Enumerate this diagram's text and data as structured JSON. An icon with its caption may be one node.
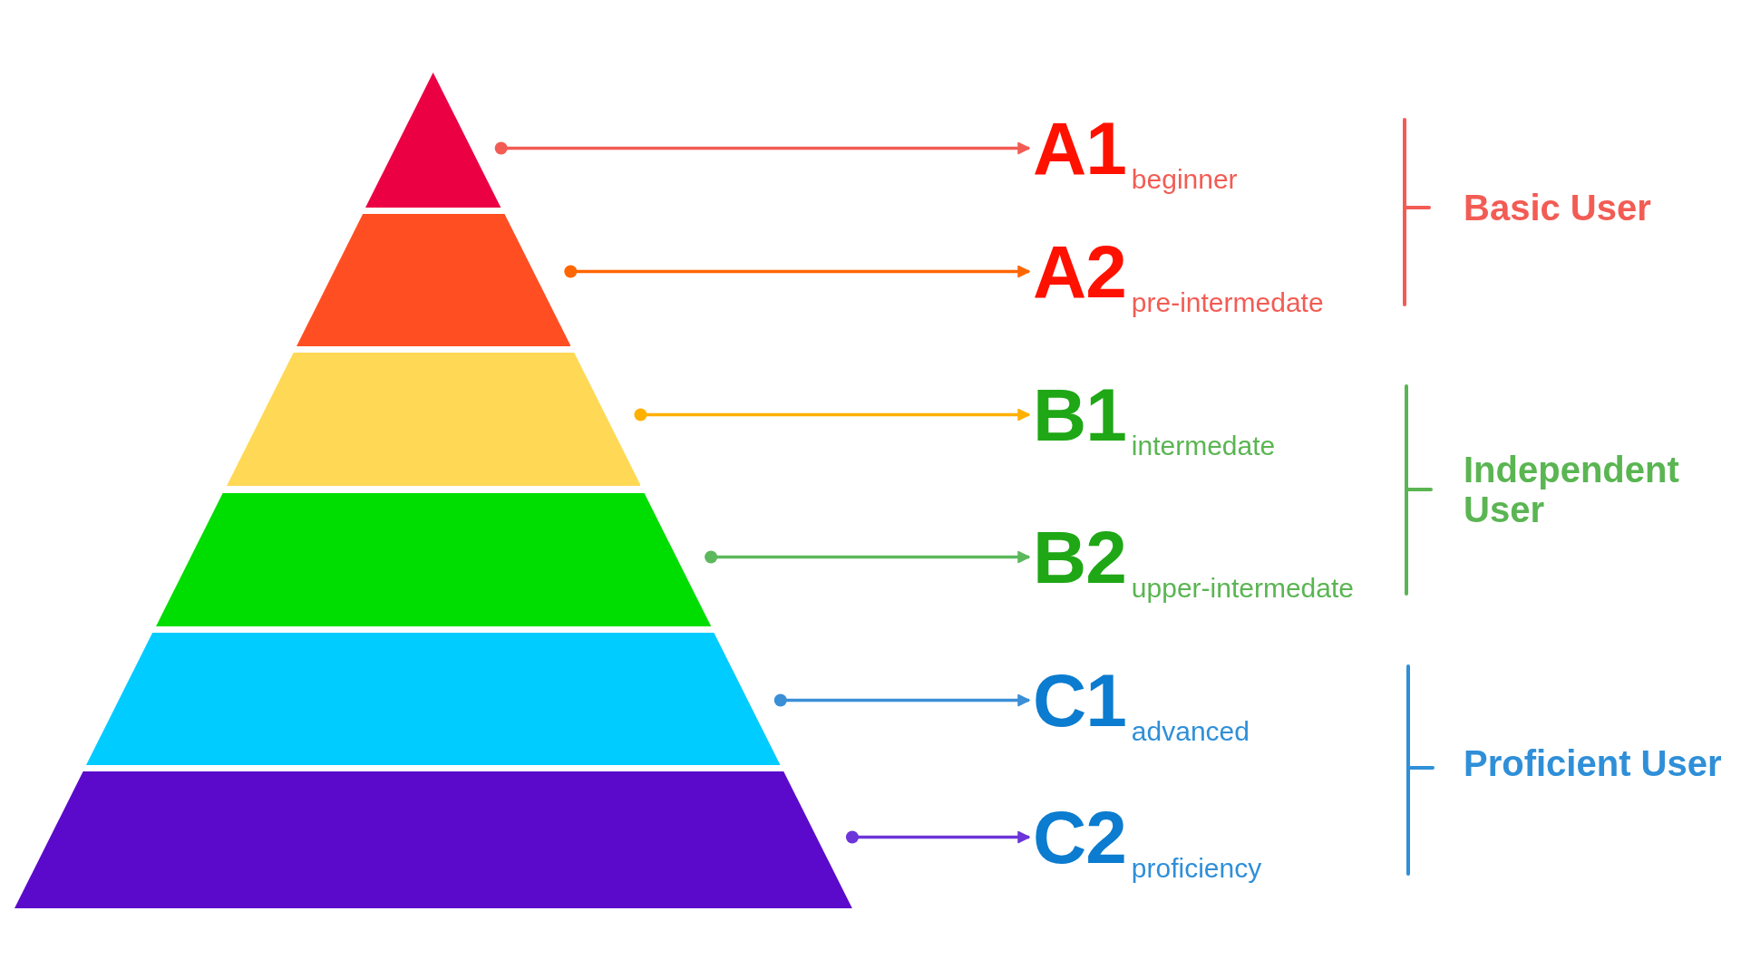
{
  "diagram": {
    "nodes": [
      {
        "text": [],
        "shape": "triangle"
      },
      {
        "text": [],
        "shape": "trapezoid"
      },
      {
        "text": [],
        "shape": "trapezoid"
      },
      {
        "text": [],
        "shape": "trapezoid"
      },
      {
        "text": [],
        "shape": "trapezoid"
      },
      {
        "text": [],
        "shape": "trapezoid"
      },
      {
        "text": [
          "A1",
          "beginner"
        ]
      },
      {
        "text": [
          "A2",
          "pre-intermedate"
        ]
      },
      {
        "text": [
          "B1",
          "intermedate"
        ]
      },
      {
        "text": [
          "B2",
          "upper-intermedate"
        ]
      },
      {
        "text": [
          "C1",
          "advanced"
        ]
      },
      {
        "text": [
          "C2",
          "proficiency"
        ]
      }
    ],
    "edges": [
      {
        "from": 0,
        "to": 6,
        "arrow": "to",
        "color": "#f25c54"
      },
      {
        "from": 1,
        "to": 7,
        "arrow": "to",
        "color": "#ff6600"
      },
      {
        "from": 2,
        "to": 8,
        "arrow": "to",
        "color": "#ffb000"
      },
      {
        "from": 3,
        "to": 9,
        "arrow": "to",
        "color": "#5cb85c"
      },
      {
        "from": 4,
        "to": 10,
        "arrow": "to",
        "color": "#3a8fd6"
      },
      {
        "from": 5,
        "to": 11,
        "arrow": "to",
        "color": "#6c35d9"
      }
    ],
    "labels": [
      "Basic User",
      "Independent User",
      "Proficient User"
    ]
  }
}
